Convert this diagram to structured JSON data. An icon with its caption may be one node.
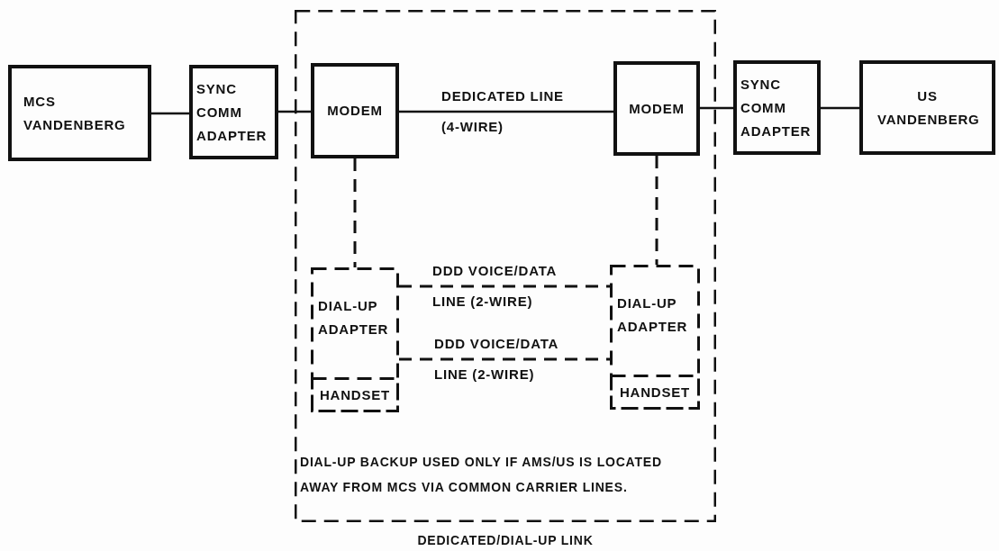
{
  "diagram": {
    "nodes": [
      {
        "text": [
          "DIAL-UP BACKUP USED ONLY IF AMS/US IS LOCATED AWAY FROM MCS VIA COMMON CARRIER LINES.",
          "DEDICATED/DIAL-UP LINK"
        ]
      },
      {
        "text": [
          "MCS VANDENBERG"
        ]
      },
      {
        "text": [
          "SYNC COMM ADAPTER"
        ]
      },
      {
        "text": [
          "MODEM"
        ],
        "in": 0
      },
      {
        "text": [
          "MODEM"
        ],
        "in": 0
      },
      {
        "text": [
          "SYNC COMM ADAPTER"
        ]
      },
      {
        "text": [
          "US VANDENBERG"
        ]
      },
      {
        "text": [
          "DIAL-UP ADAPTER"
        ],
        "in": 0
      },
      {
        "text": [
          "HANDSET"
        ],
        "in": 7
      },
      {
        "text": [
          "DIAL-UP ADAPTER"
        ],
        "in": 0
      },
      {
        "text": [
          "HANDSET"
        ],
        "in": 9
      }
    ],
    "edges": [
      {
        "from": 1,
        "to": 2,
        "arrow": "none"
      },
      {
        "from": 2,
        "to": 3,
        "arrow": "none"
      },
      {
        "from": 3,
        "to": 4,
        "arrow": "none",
        "label": "DEDICATED LINE (4-WIRE)"
      },
      {
        "from": 4,
        "to": 5,
        "arrow": "none"
      },
      {
        "from": 5,
        "to": 6,
        "arrow": "none"
      },
      {
        "from": 3,
        "to": 7,
        "arrow": "none",
        "style": "dashed"
      },
      {
        "from": 4,
        "to": 9,
        "arrow": "none",
        "style": "dashed"
      },
      {
        "from": 7,
        "to": 9,
        "arrow": "none",
        "style": "dashed",
        "label": "DDD VOICE/DATA LINE (2-WIRE)"
      },
      {
        "from": 7,
        "to": 9,
        "arrow": "none",
        "style": "dashed",
        "label": "DDD VOICE/DATA LINE (2-WIRE)"
      }
    ]
  }
}
